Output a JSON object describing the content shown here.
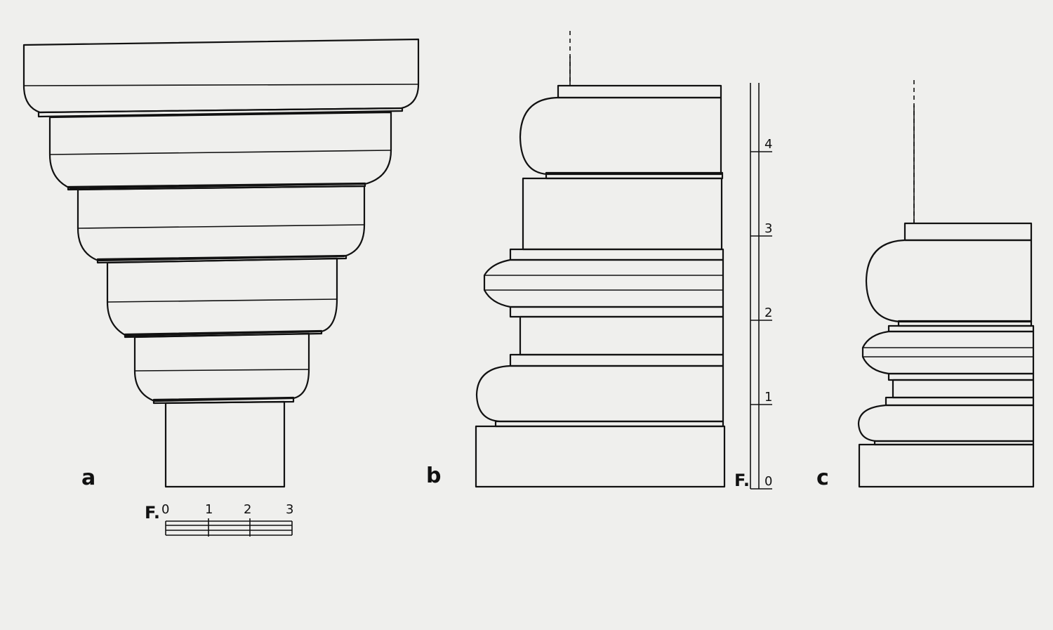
{
  "figures": {
    "a": {
      "label": "a"
    },
    "b": {
      "label": "b"
    },
    "c": {
      "label": "c"
    }
  },
  "scale_horizontal": {
    "unit": "F.",
    "ticks": [
      "0",
      "1",
      "2",
      "3"
    ]
  },
  "scale_vertical": {
    "unit": "F.",
    "ticks": [
      "0",
      "1",
      "2",
      "3",
      "4"
    ]
  },
  "colors": {
    "paper": "#efefed",
    "ink": "#111111"
  }
}
